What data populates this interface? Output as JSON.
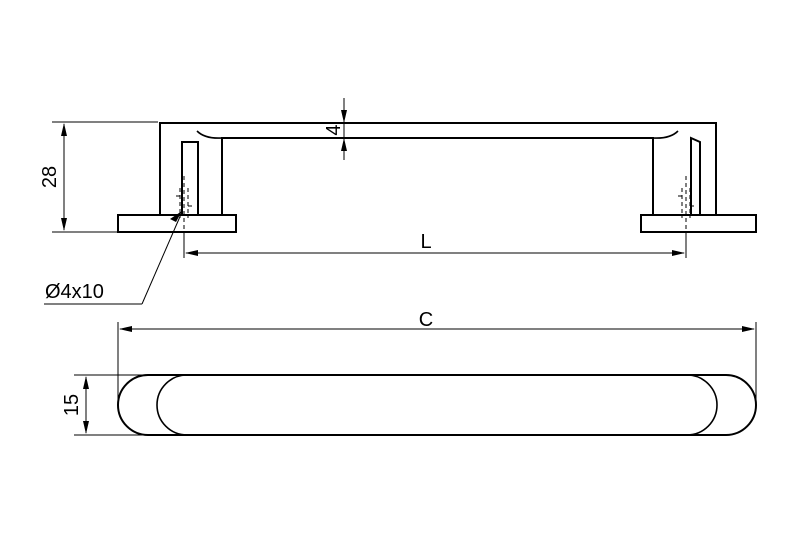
{
  "dimensions": {
    "height": "28",
    "top_thickness": "4",
    "hole_spacing": "L",
    "hole": "Ø4x10",
    "overall_length": "C",
    "width": "15"
  },
  "colors": {
    "line": "#000000",
    "background": "#ffffff"
  }
}
